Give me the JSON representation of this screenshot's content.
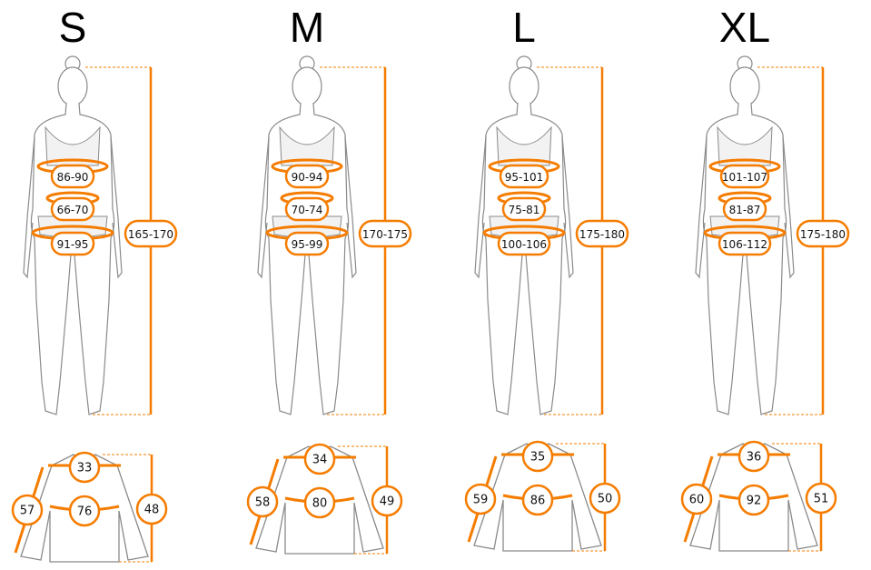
{
  "colors": {
    "accent": "#f57c00",
    "outline": "#8a8a8a",
    "fill": "#f2f2f2"
  },
  "sizes": [
    {
      "label": "S",
      "chest": "86-90",
      "waist": "66-70",
      "hips": "91-95",
      "height": "165-170",
      "shirt": {
        "shoulder": "33",
        "chest": "76",
        "sleeve": "57",
        "length": "48"
      }
    },
    {
      "label": "M",
      "chest": "90-94",
      "waist": "70-74",
      "hips": "95-99",
      "height": "170-175",
      "shirt": {
        "shoulder": "34",
        "chest": "80",
        "sleeve": "58",
        "length": "49"
      }
    },
    {
      "label": "L",
      "chest": "95-101",
      "waist": "75-81",
      "hips": "100-106",
      "height": "175-180",
      "shirt": {
        "shoulder": "35",
        "chest": "86",
        "sleeve": "59",
        "length": "50"
      }
    },
    {
      "label": "XL",
      "chest": "101-107",
      "waist": "81-87",
      "hips": "106-112",
      "height": "175-180",
      "shirt": {
        "shoulder": "36",
        "chest": "92",
        "sleeve": "60",
        "length": "51"
      }
    }
  ]
}
